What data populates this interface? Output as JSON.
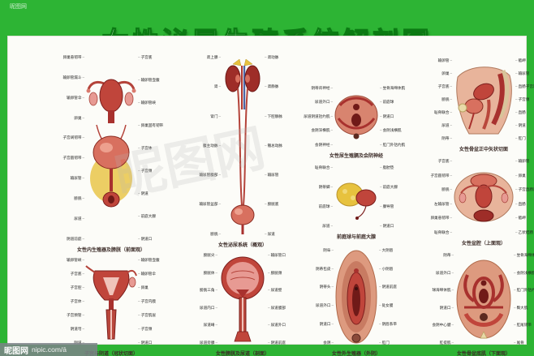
{
  "title": "女性泌尿生殖系统解剖图",
  "colors": {
    "frame_green": "#2db434",
    "title_outline_green": "#0b7a13",
    "sheet_white": "#fcfcf8",
    "organ_red": "#c0453b",
    "organ_deep_red": "#7c1f1d",
    "fat_yellow": "#e7c23e"
  },
  "watermark": {
    "site_name": "昵图网",
    "site_url": "nipic.com/ā",
    "corner": "昵图网",
    "diagonal": "昵图网"
  },
  "figures": [
    {
      "caption": "女性内生殖器及膀胱（前面观）",
      "left_labels": [
        "卵巢悬韧带",
        "输卵管漏斗",
        "输卵管伞",
        "卵巢",
        "子宫阔韧带",
        "子宫圆韧带",
        "输尿管",
        "膀胱",
        "尿道",
        "阴道前庭"
      ],
      "right_labels": [
        "子宫底",
        "输卵管壶腹",
        "输卵管峡",
        "卵巢固有韧带",
        "子宫体",
        "子宫颈",
        "阴道",
        "前庭大腺",
        "阴道口"
      ]
    },
    {
      "caption": "子宫与阴道（冠状切面）",
      "left_labels": [
        "输卵管峡",
        "子宫底",
        "子宫腔",
        "子宫体",
        "子宫颈管",
        "阴道穹",
        "阴道"
      ],
      "right_labels": [
        "输卵管壶腹",
        "输卵管伞",
        "卵巢",
        "子宫内膜",
        "子宫肌层",
        "子宫颈",
        "阴道口"
      ]
    },
    {
      "caption": "女性泌尿系统（概观）",
      "left_labels": [
        "肾上腺",
        "肾",
        "肾门",
        "腹主动脉",
        "输尿管腹部",
        "输尿管盆部",
        "膀胱"
      ],
      "right_labels": [
        "肾动脉",
        "肾静脉",
        "下腔静脉",
        "髂总动脉",
        "输尿管",
        "膀胱底",
        "尿道"
      ]
    },
    {
      "caption": "女性膀胱及尿道（剖面）",
      "left_labels": [
        "膀胱尖",
        "膀胱体",
        "膀胱三角",
        "尿道内口",
        "尿道嵴",
        "尿道旁腺"
      ],
      "right_labels": [
        "输尿管口",
        "膀胱颈",
        "尿道壁",
        "尿道膜部",
        "尿道外口",
        "阴道前庭"
      ]
    },
    {
      "caption": "女性尿生殖膈及会阴神经",
      "left_labels": [
        "阴蒂背神经",
        "尿道外口",
        "尿道阴道括约肌",
        "会阴深横肌",
        "会阴神经"
      ],
      "right_labels": [
        "坐骨海绵体肌",
        "前庭球",
        "阴道口",
        "会阴浅横肌",
        "肛门外括约肌"
      ]
    },
    {
      "caption": "前庭球与前庭大腺",
      "left_labels": [
        "耻骨联合",
        "阴蒂脚",
        "前庭球",
        "尿道"
      ],
      "right_labels": [
        "脂肪垫",
        "前庭大腺",
        "腺导管",
        "阴道口"
      ]
    },
    {
      "caption": "女性外生殖器（外阴）",
      "left_labels": [
        "阴阜",
        "阴蒂包皮",
        "阴蒂头",
        "尿道外口",
        "阴道口",
        "会阴"
      ],
      "right_labels": [
        "大阴唇",
        "小阴唇",
        "阴道前庭",
        "处女膜",
        "阴唇系带",
        "肛门"
      ]
    },
    {
      "caption": "女性骨盆正中矢状切面",
      "left_labels": [
        "输卵管",
        "卵巢",
        "子宫底",
        "膀胱",
        "耻骨联合",
        "尿道",
        "阴蒂"
      ],
      "right_labels": [
        "骶岬",
        "输尿管",
        "直肠子宫陷凹",
        "子宫颈",
        "直肠",
        "阴道",
        "肛门"
      ]
    },
    {
      "caption": "女性盆腔（上面观）",
      "left_labels": [
        "子宫底",
        "子宫圆韧带",
        "膀胱",
        "左输尿管",
        "卵巢悬韧带",
        "耻骨联合"
      ],
      "right_labels": [
        "输卵管",
        "卵巢",
        "子宫直肠陷凹",
        "直肠",
        "骶岬",
        "乙状结肠"
      ]
    },
    {
      "caption": "女性骨盆底肌（下面观）",
      "left_labels": [
        "阴蒂",
        "尿道外口",
        "球海绵体肌",
        "阴道口",
        "会阴中心腱",
        "肛提肌"
      ],
      "right_labels": [
        "坐骨海绵体肌",
        "会阴浅横肌",
        "肛门外括约肌",
        "臀大肌",
        "肛尾韧带",
        "尾骨"
      ]
    }
  ]
}
